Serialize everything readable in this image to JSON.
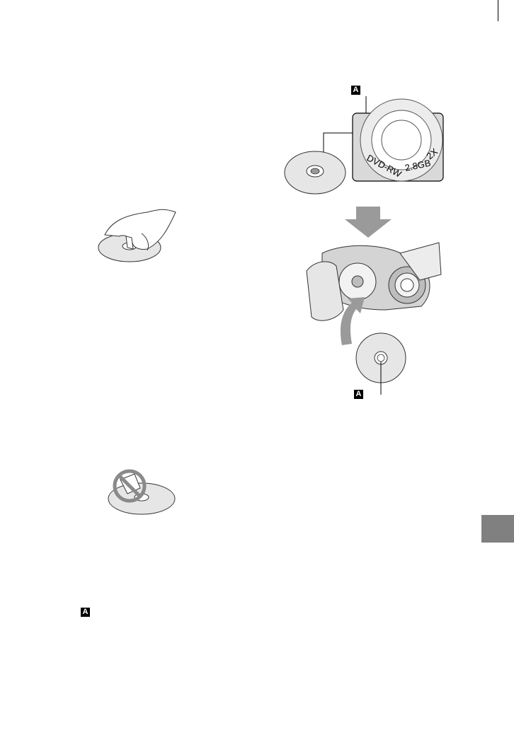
{
  "figure_top": {
    "label": "A",
    "disc_text": "DVD-RW",
    "capacity_text": "2.8GB",
    "speed_text": "2X"
  },
  "figure_insert": {
    "label": "A"
  },
  "footnote": {
    "label": "A"
  },
  "colors": {
    "section_tab": "#808080",
    "arrow_fill": "#9a9a9a",
    "disc_fill": "#e6e6e6"
  }
}
